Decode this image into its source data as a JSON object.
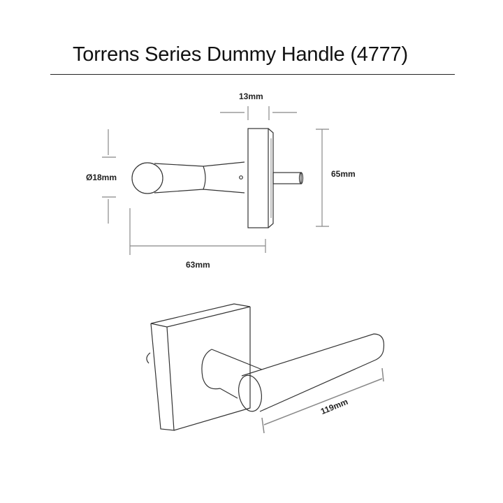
{
  "title": "Torrens Series Dummy Handle (4777)",
  "diagram": {
    "side_view": {
      "dimensions": {
        "rose_thickness": "13mm",
        "rose_height": "65mm",
        "handle_diameter": "Ø18mm",
        "projection": "63mm"
      }
    },
    "perspective_view": {
      "dimensions": {
        "lever_length": "119mm"
      }
    }
  },
  "colors": {
    "line": "#333333",
    "dimension_line": "#888888",
    "text": "#222222",
    "background": "#ffffff"
  }
}
